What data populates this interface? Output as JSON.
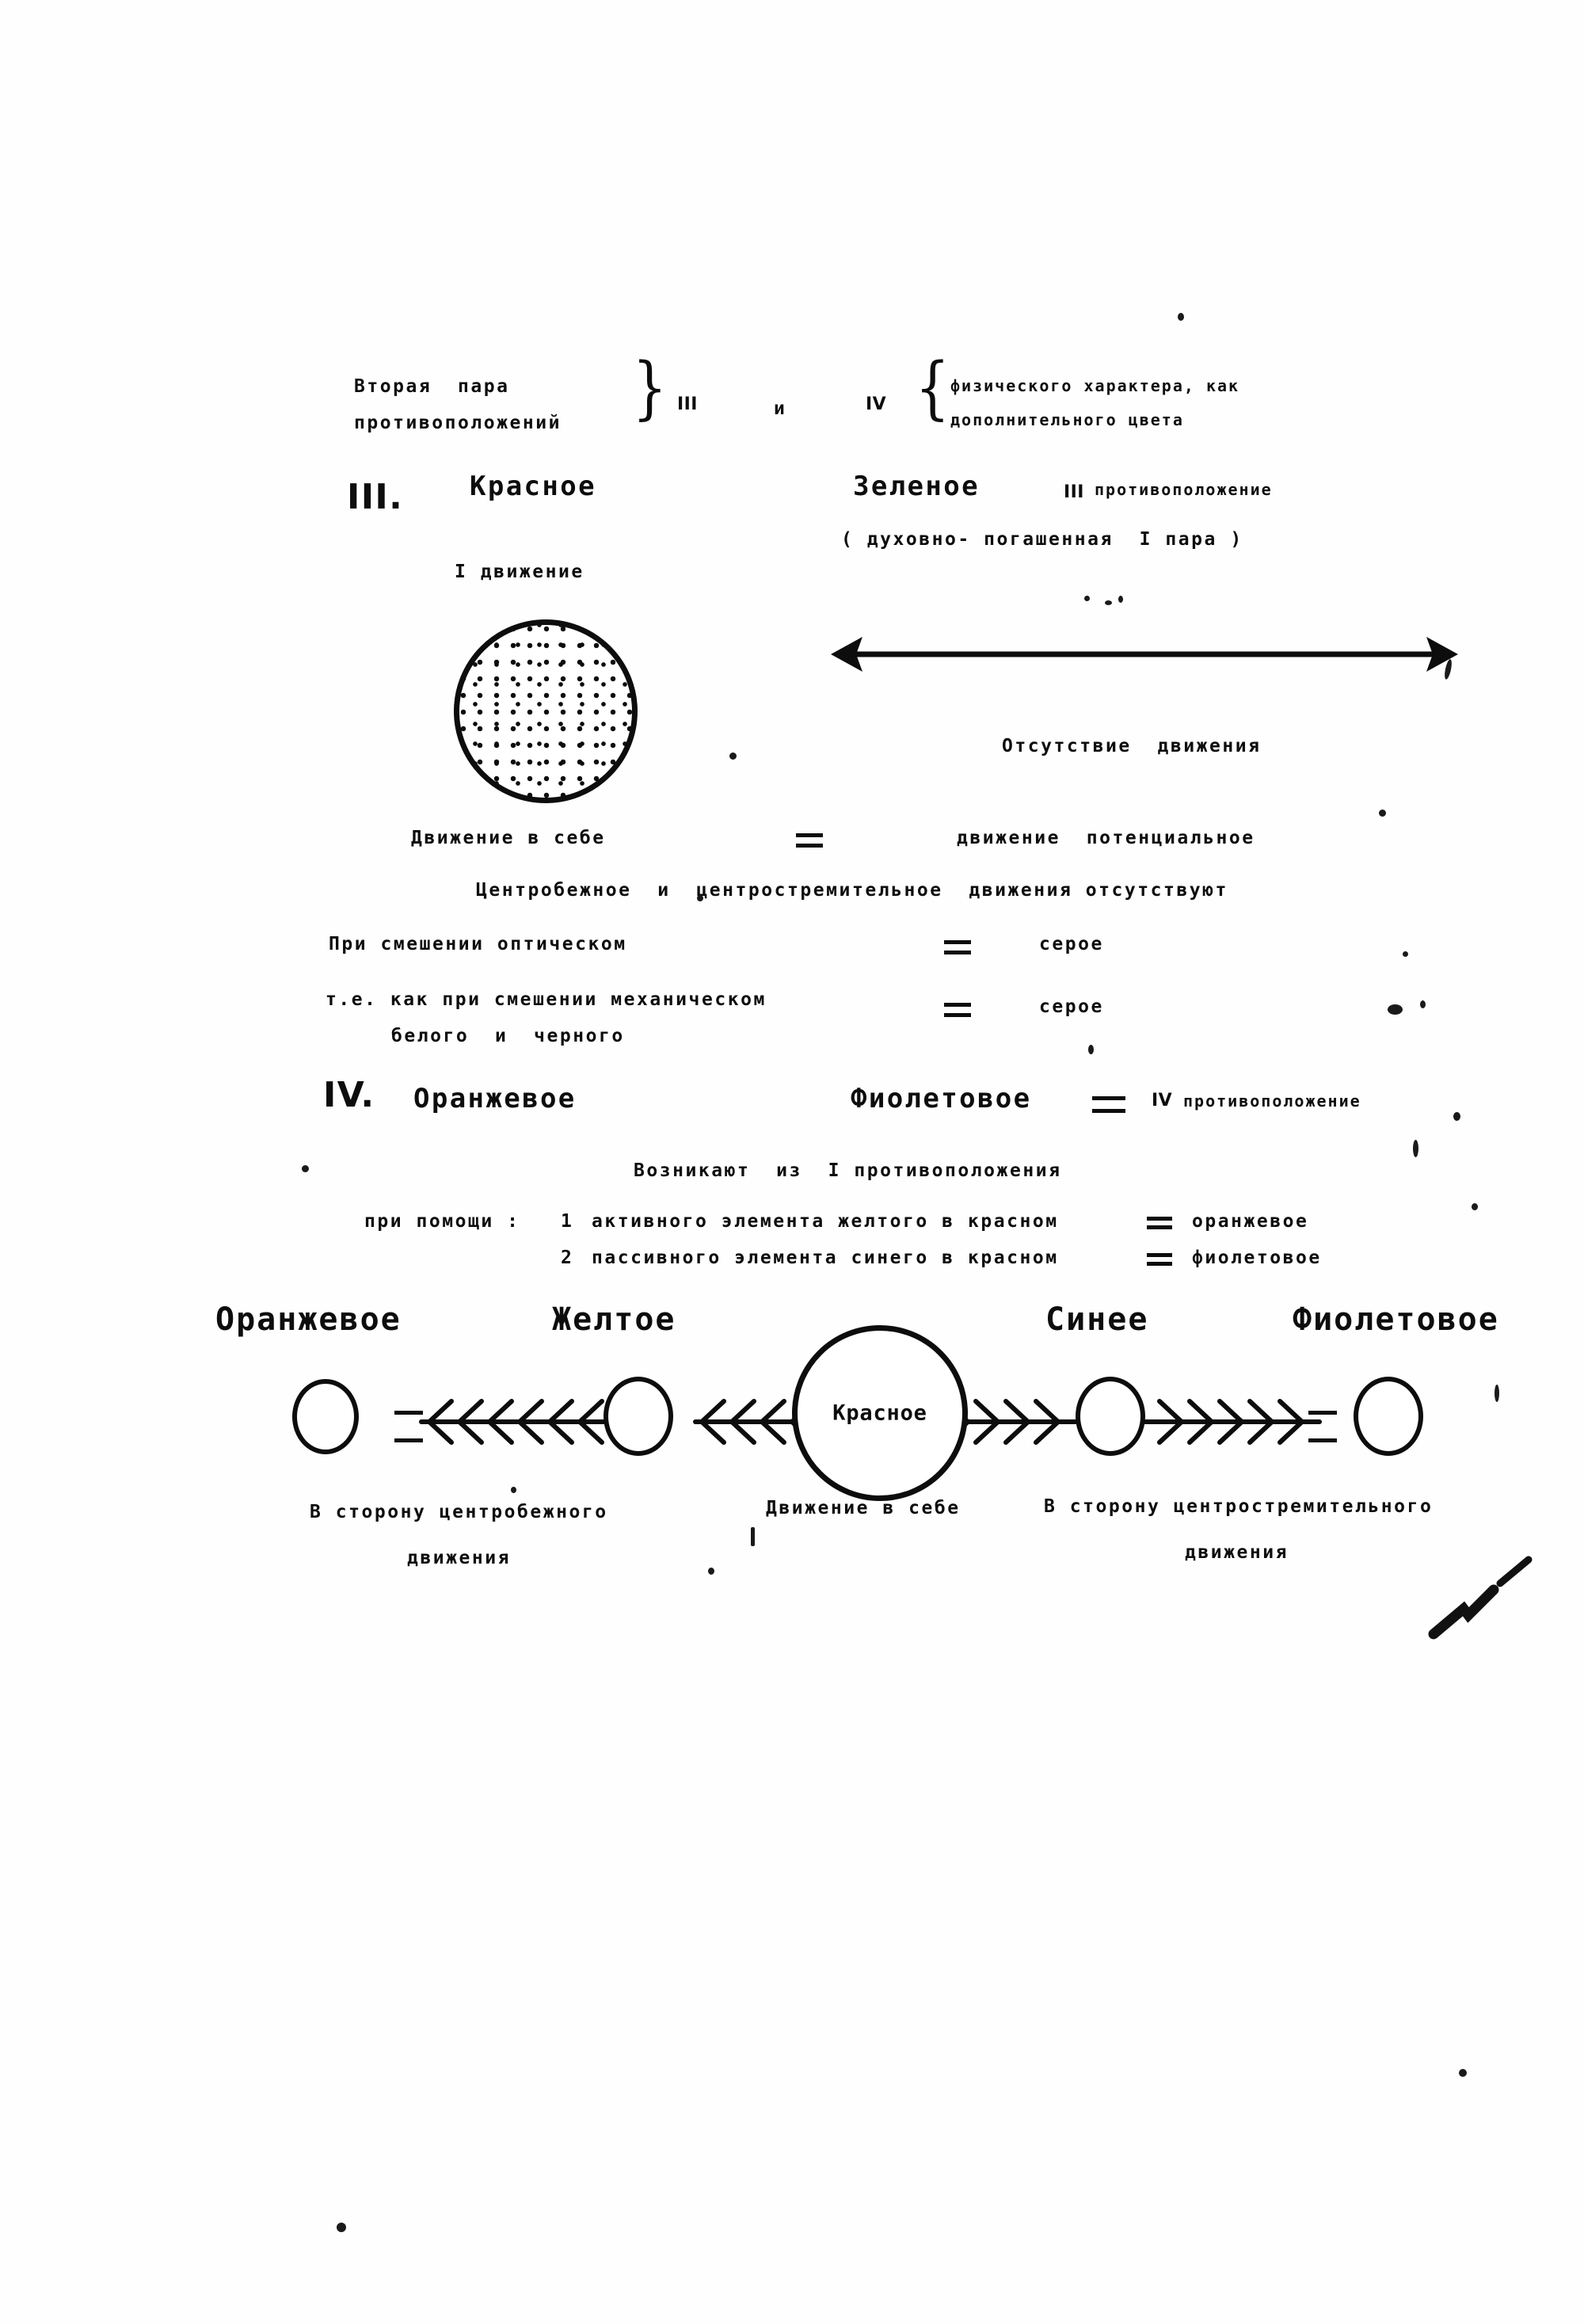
{
  "document": {
    "language": "ru",
    "kind": "typewritten-diagram-page",
    "ink_color": "#0d0d0d",
    "paper_color": "#fefefe"
  },
  "header": {
    "line1": "Вторая  пара",
    "line2": "противоположений",
    "brace_left": "}",
    "numeral_left": "III",
    "conjunction": "и",
    "numeral_right": "IV",
    "brace_right": "{",
    "right_line1": "физического характера, как",
    "right_line2": "дополнительного цвета"
  },
  "section_three": {
    "numeral": "III.",
    "left_color": "Красное",
    "right_color": "Зеленое",
    "opposition_numeral": "III",
    "opposition_word": "противоположение",
    "subnote": "( духовно- погашенная  I пара )",
    "movement_label": "I движение",
    "absence_of_movement": "Отсутствие  движения",
    "equation_left": "Движение в себе",
    "equation_eq": "=",
    "equation_right": "движение  потенциальное",
    "centrifugal_note": "Центробежное  и  центростремительное  движения отсутствуют",
    "mix_rows": [
      {
        "left": "При смешении оптическом",
        "eq": "=",
        "right": "серое"
      },
      {
        "left": "т.е. как при смешении механическом",
        "left2": "белого  и  черного",
        "eq": "=",
        "right": "серое"
      }
    ]
  },
  "section_four": {
    "numeral": "IV.",
    "left_color": "Оранжевое",
    "right_color": "Фиолетовое",
    "eq": "=",
    "opposition_numeral": "IV",
    "opposition_word": "противоположение",
    "origin_line": "Возникают  из  I противоположения",
    "helper_prefix": "при помощи :",
    "helper_rows": [
      {
        "index": "1",
        "text": "активного элемента желтого в красном",
        "eq": "=",
        "result": "оранжевое"
      },
      {
        "index": "2",
        "text": "пассивного элемента синего в красном",
        "eq": "=",
        "result": "фиолетовое"
      }
    ]
  },
  "spectrum_diagram": {
    "labels": [
      {
        "text": "Оранжевое"
      },
      {
        "text": "Желтое"
      },
      {
        "text": "Синее"
      },
      {
        "text": "Фиолетовое"
      }
    ],
    "center_circle_label": "Красное",
    "equals_left": "=",
    "equals_right": "=",
    "captions": [
      {
        "line1": "В сторону центробежного",
        "line2": "движения"
      },
      {
        "line1": "Движение в себе",
        "line2": ""
      },
      {
        "line1": "В сторону центростремительного",
        "line2": "движения"
      }
    ]
  },
  "chart_data": {
    "type": "diagram",
    "title": "Вторая пара противоположений — III и IV",
    "nodes": [
      {
        "id": "orange",
        "label": "Оранжевое",
        "position": 0,
        "size": "small"
      },
      {
        "id": "yellow",
        "label": "Желтое",
        "position": 1,
        "size": "small"
      },
      {
        "id": "red",
        "label": "Красное",
        "position": 2,
        "size": "large"
      },
      {
        "id": "blue",
        "label": "Синее",
        "position": 3,
        "size": "small"
      },
      {
        "id": "violet",
        "label": "Фиолетовое",
        "position": 4,
        "size": "small"
      }
    ],
    "edges": [
      {
        "from": "red",
        "to": "yellow",
        "direction": "left",
        "style": "feathered-chevrons"
      },
      {
        "from": "yellow",
        "to": "orange",
        "direction": "left",
        "style": "feathered-chevrons+equals"
      },
      {
        "from": "red",
        "to": "blue",
        "direction": "right",
        "style": "feathered-chevrons"
      },
      {
        "from": "blue",
        "to": "violet",
        "direction": "right",
        "style": "feathered-chevrons+equals"
      }
    ],
    "annotations": [
      "В сторону центробежного движения",
      "Движение в себе",
      "В сторону центростремительного движения"
    ]
  }
}
